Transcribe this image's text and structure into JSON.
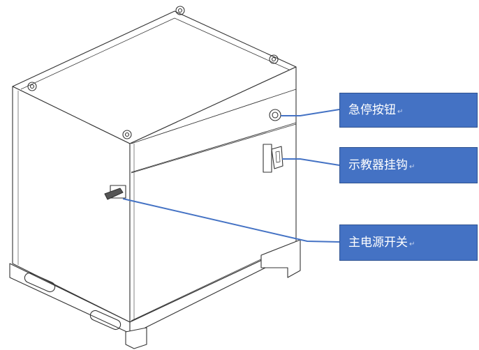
{
  "callouts": {
    "estop": {
      "label": "急停按钮",
      "mark": "↵"
    },
    "pendant_hook": {
      "label": "示教器挂钩",
      "mark": "↵"
    },
    "main_switch": {
      "label": "主电源开关",
      "mark": "↵"
    }
  },
  "colors": {
    "callout_fill": "#4472c4",
    "callout_border": "#2f528f",
    "leader_line": "#4472c4",
    "drawing_line": "#333333"
  }
}
